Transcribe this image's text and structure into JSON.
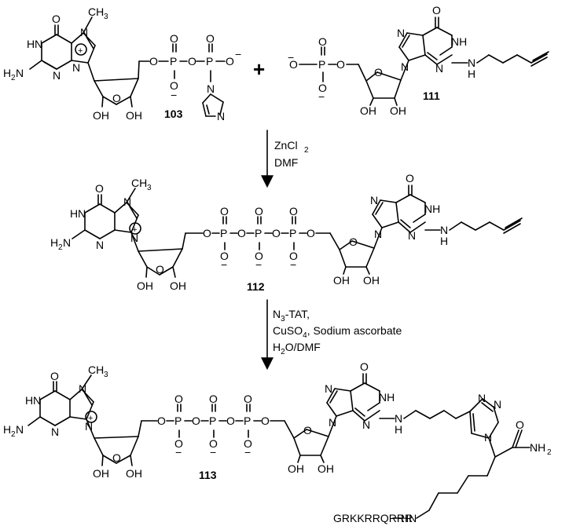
{
  "scheme": {
    "plus_sign": "+",
    "compounds": {
      "c103": {
        "label": "103",
        "atoms": {
          "o_carbonyl": "O",
          "n7": "N",
          "methyl": "CH",
          "methyl_sub": "3",
          "plus_charge": "+",
          "hn1": "H",
          "n1": "N",
          "h2n": "H",
          "h2n_sub": "2",
          "h2n_n": "N",
          "n3": "N",
          "n9": "N",
          "ring_o": "O",
          "oh_left": "OH",
          "oh_right": "OH",
          "o5": "O",
          "pa": "P",
          "o_bridge": "O",
          "pb": "P",
          "pa_o_top": "O",
          "pa_o_bottom": "O",
          "pb_o_top": "O",
          "pb_o_right": "O",
          "minus": "−",
          "imid_n1": "N",
          "imid_n3": "N"
        }
      },
      "c111": {
        "label": "111",
        "atoms": {
          "o_carbonyl": "O",
          "n7": "N",
          "nh": "NH",
          "n3": "N",
          "n9": "N",
          "nh_side": "N",
          "nh_side_h": "H",
          "p": "P",
          "p_o_top": "O",
          "p_o_left": "O",
          "p_o_bottom": "O",
          "o5": "O",
          "ring_o": "O",
          "oh_left": "OH",
          "oh_right": "OH",
          "minus": "−"
        }
      },
      "c112": {
        "label": "112",
        "atoms": {
          "o_carbonyl": "O",
          "n7": "N",
          "methyl": "CH",
          "methyl_sub": "3",
          "plus_charge": "+",
          "hn1": "H",
          "n1": "N",
          "h2n": "H",
          "h2n_sub": "2",
          "h2n_n": "N",
          "n3": "N",
          "n9": "N",
          "ring_o": "O",
          "oh1": "OH",
          "oh2": "OH",
          "oh3": "OH",
          "oh4": "OH",
          "p": "P",
          "o": "O",
          "minus": "−",
          "g_o": "O",
          "g_n7": "N",
          "g_nh": "NH",
          "g_n3": "N",
          "g_n9": "N",
          "side_n": "N",
          "side_h": "H",
          "ring2_o": "O"
        }
      },
      "c113": {
        "label": "113",
        "atoms": {
          "o_carbonyl": "O",
          "n7": "N",
          "methyl": "CH",
          "methyl_sub": "3",
          "plus_charge": "+",
          "hn1": "H",
          "n1": "N",
          "h2n": "H",
          "h2n_sub": "2",
          "h2n_n": "N",
          "n3": "N",
          "n9": "N",
          "ring_o": "O",
          "oh1": "OH",
          "oh2": "OH",
          "oh3": "OH",
          "oh4": "OH",
          "p": "P",
          "o": "O",
          "minus": "−",
          "g_o": "O",
          "g_n7": "N",
          "g_nh": "NH",
          "g_n3": "N",
          "g_n9": "N",
          "side_n": "N",
          "side_h": "H",
          "ring2_o": "O",
          "tri_n1": "N",
          "tri_n2": "N",
          "tri_n3": "N",
          "amide_o": "O",
          "amide_nh": "NH",
          "amide_nh_sub": "2",
          "peptide": "GRKKRRQRRR",
          "peptide_hn": "HN"
        }
      }
    },
    "step1": {
      "reagent_main": "ZnCl",
      "reagent_sub": "2",
      "solvent": "DMF"
    },
    "step2": {
      "line1_a": "N",
      "line1_sub": "3",
      "line1_b": "-TAT,",
      "line2_a": "CuSO",
      "line2_sub": "4",
      "line2_b": ", Sodium ascorbate",
      "line3_a": "H",
      "line3_sub": "2",
      "line3_b": "O/DMF"
    }
  }
}
